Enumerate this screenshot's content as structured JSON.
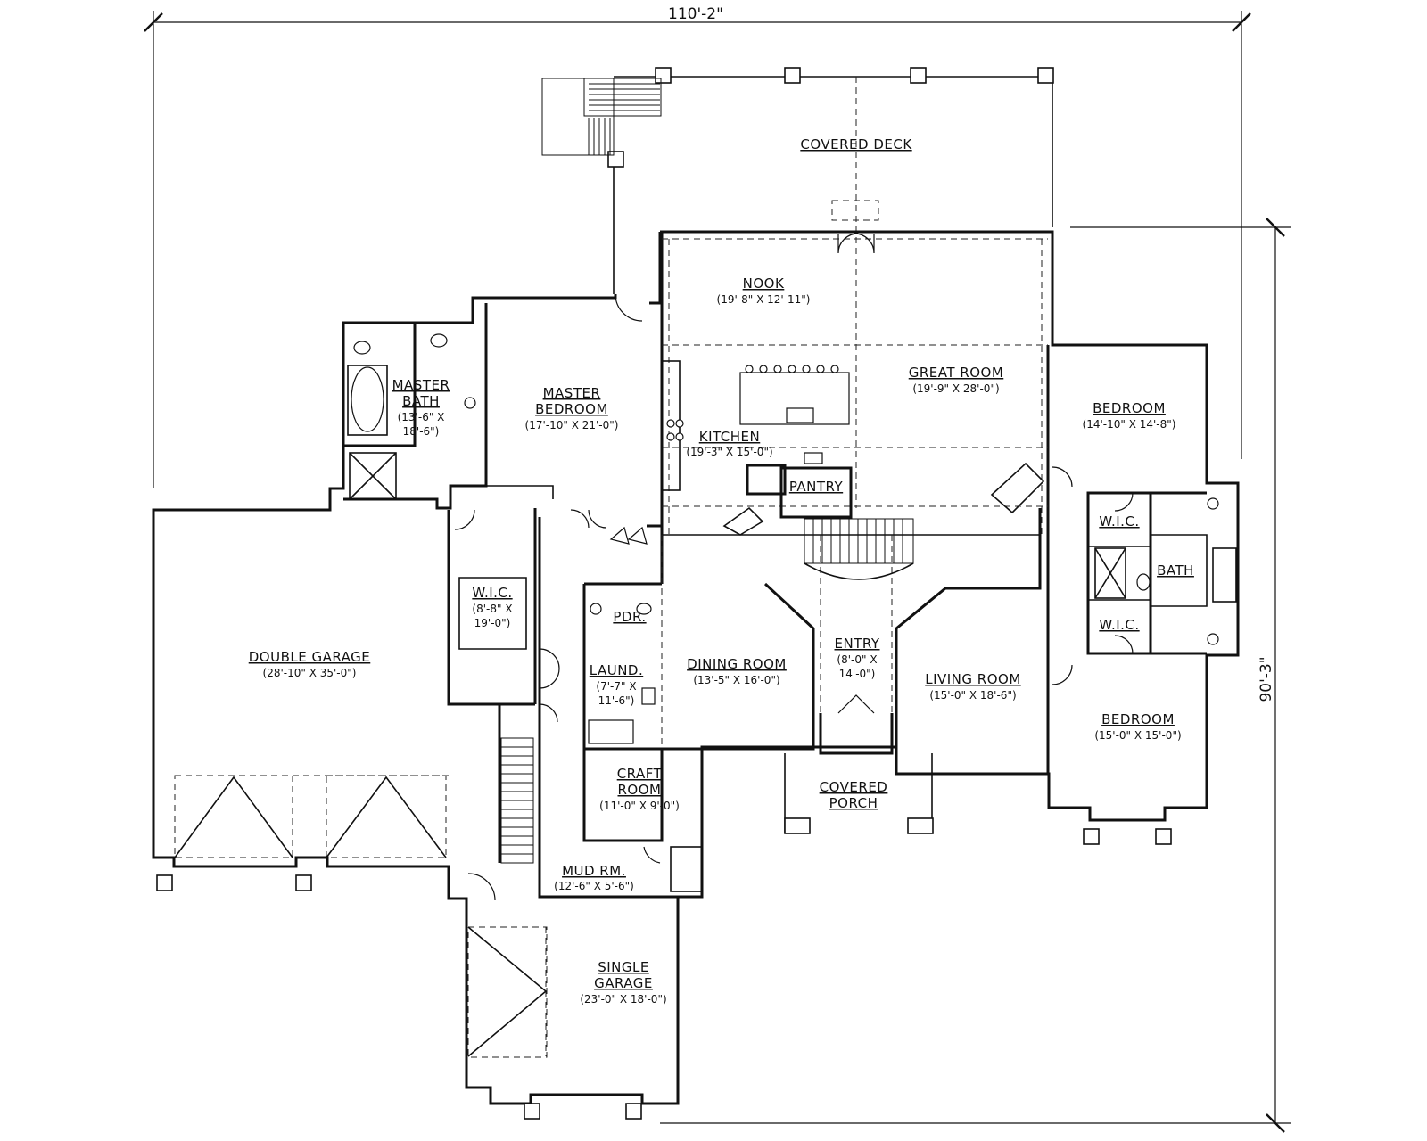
{
  "dimensions": {
    "width": "110'-2\"",
    "depth": "90'-3\""
  },
  "rooms": {
    "covered_deck": {
      "name": "COVERED DECK"
    },
    "nook": {
      "name": "NOOK",
      "size": "(19'-8\" X 12'-11\")"
    },
    "great_room": {
      "name": "GREAT ROOM",
      "size": "(19'-9\" X 28'-0\")"
    },
    "kitchen": {
      "name": "KITCHEN",
      "size": "(19'-3\" X 15'-0\")"
    },
    "pantry": {
      "name": "PANTRY"
    },
    "master_bath": {
      "name_1": "MASTER",
      "name_2": "BATH",
      "size_1": "(13'-6\" X",
      "size_2": "18'-6\")"
    },
    "master_bedroom": {
      "name_1": "MASTER",
      "name_2": "BEDROOM",
      "size": "(17'-10\" X 21'-0\")"
    },
    "bedroom_1": {
      "name": "BEDROOM",
      "size": "(14'-10\" X 14'-8\")"
    },
    "bedroom_2": {
      "name": "BEDROOM",
      "size": "(15'-0\" X 15'-0\")"
    },
    "wic_bed_1": {
      "name": "W.I.C."
    },
    "wic_bed_2": {
      "name": "W.I.C."
    },
    "bath": {
      "name": "BATH"
    },
    "wic_master": {
      "name": "W.I.C.",
      "size_1": "(8'-8\" X",
      "size_2": "19'-0\")"
    },
    "double_garage": {
      "name": "DOUBLE GARAGE",
      "size": "(28'-10\" X 35'-0\")"
    },
    "pdr": {
      "name": "PDR."
    },
    "laundry": {
      "name": "LAUND.",
      "size_1": "(7'-7\" X",
      "size_2": "11'-6\")"
    },
    "dining_room": {
      "name": "DINING ROOM",
      "size": "(13'-5\" X 16'-0\")"
    },
    "entry": {
      "name": "ENTRY",
      "size_1": "(8'-0\" X",
      "size_2": "14'-0\")"
    },
    "living_room": {
      "name": "LIVING ROOM",
      "size": "(15'-0\" X 18'-6\")"
    },
    "craft_room": {
      "name_1": "CRAFT",
      "name_2": "ROOM",
      "size": "(11'-0\" X 9'-0\")"
    },
    "covered_porch": {
      "name_1": "COVERED",
      "name_2": "PORCH"
    },
    "mud_room": {
      "name": "MUD RM.",
      "size": "(12'-6\" X 5'-6\")"
    },
    "single_garage": {
      "name_1": "SINGLE",
      "name_2": "GARAGE",
      "size": "(23'-0\" X 18'-0\")"
    }
  }
}
